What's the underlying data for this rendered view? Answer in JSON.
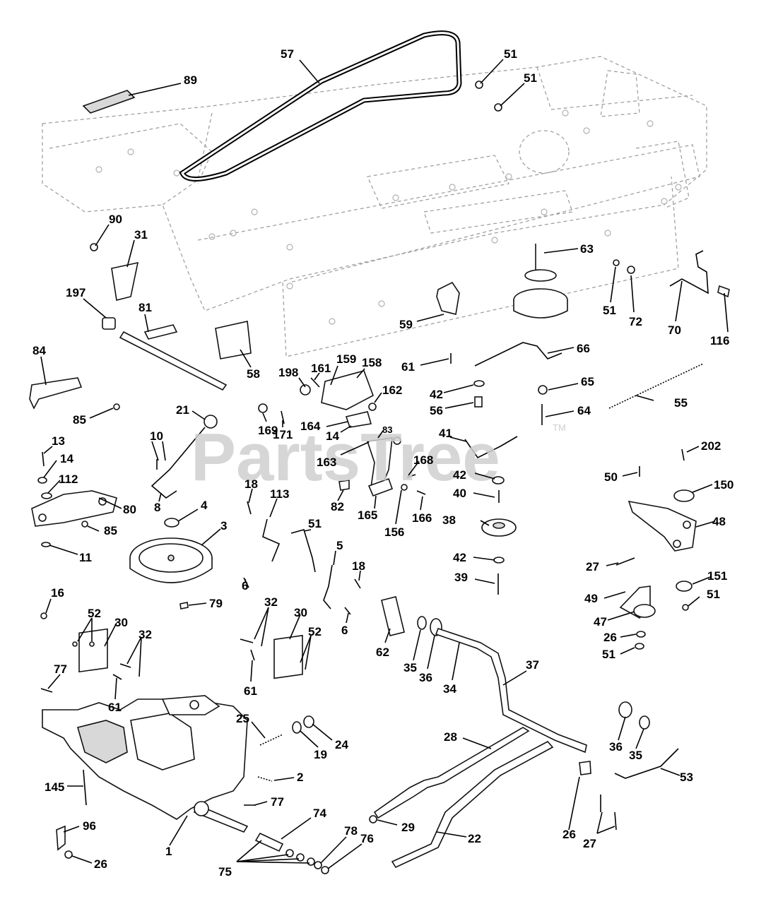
{
  "watermark": {
    "text": "PartsTree",
    "mark": "TM"
  },
  "callouts": [
    {
      "id": "c1",
      "label": "57"
    },
    {
      "id": "c2",
      "label": "51"
    },
    {
      "id": "c3",
      "label": "51"
    },
    {
      "id": "c4",
      "label": "89"
    },
    {
      "id": "c5",
      "label": "90"
    },
    {
      "id": "c6",
      "label": "31"
    },
    {
      "id": "c7",
      "label": "63"
    },
    {
      "id": "c8",
      "label": "197"
    },
    {
      "id": "c9",
      "label": "81"
    },
    {
      "id": "c10",
      "label": "51"
    },
    {
      "id": "c11",
      "label": "72"
    },
    {
      "id": "c12",
      "label": "70"
    },
    {
      "id": "c13",
      "label": "116"
    },
    {
      "id": "c14",
      "label": "59"
    },
    {
      "id": "c15",
      "label": "66"
    },
    {
      "id": "c16",
      "label": "84"
    },
    {
      "id": "c17",
      "label": "58"
    },
    {
      "id": "c18",
      "label": "198"
    },
    {
      "id": "c19",
      "label": "161"
    },
    {
      "id": "c20",
      "label": "159"
    },
    {
      "id": "c21",
      "label": "158"
    },
    {
      "id": "c22",
      "label": "61"
    },
    {
      "id": "c23",
      "label": "65"
    },
    {
      "id": "c24",
      "label": "162"
    },
    {
      "id": "c25",
      "label": "42"
    },
    {
      "id": "c26",
      "label": "55"
    },
    {
      "id": "c27",
      "label": "85"
    },
    {
      "id": "c28",
      "label": "21"
    },
    {
      "id": "c29",
      "label": "56"
    },
    {
      "id": "c30",
      "label": "64"
    },
    {
      "id": "c31",
      "label": "169"
    },
    {
      "id": "c32",
      "label": "171"
    },
    {
      "id": "c33",
      "label": "164"
    },
    {
      "id": "c34",
      "label": "83"
    },
    {
      "id": "c35",
      "label": "14"
    },
    {
      "id": "c36",
      "label": "10"
    },
    {
      "id": "c37",
      "label": "41"
    },
    {
      "id": "c38",
      "label": "13"
    },
    {
      "id": "c39",
      "label": "202"
    },
    {
      "id": "c40",
      "label": "163"
    },
    {
      "id": "c41",
      "label": "14"
    },
    {
      "id": "c42",
      "label": "168"
    },
    {
      "id": "c43",
      "label": "42"
    },
    {
      "id": "c44",
      "label": "50"
    },
    {
      "id": "c45",
      "label": "150"
    },
    {
      "id": "c46",
      "label": "112"
    },
    {
      "id": "c47",
      "label": "18"
    },
    {
      "id": "c48",
      "label": "113"
    },
    {
      "id": "c49",
      "label": "40"
    },
    {
      "id": "c50",
      "label": "80"
    },
    {
      "id": "c51",
      "label": "8"
    },
    {
      "id": "c52",
      "label": "82"
    },
    {
      "id": "c53",
      "label": "4"
    },
    {
      "id": "c54",
      "label": "165"
    },
    {
      "id": "c55",
      "label": "166"
    },
    {
      "id": "c56",
      "label": "85"
    },
    {
      "id": "c57",
      "label": "51"
    },
    {
      "id": "c58",
      "label": "48"
    },
    {
      "id": "c59",
      "label": "3"
    },
    {
      "id": "c60",
      "label": "38"
    },
    {
      "id": "c61",
      "label": "156"
    },
    {
      "id": "c62",
      "label": "11"
    },
    {
      "id": "c63",
      "label": "5"
    },
    {
      "id": "c64",
      "label": "42"
    },
    {
      "id": "c65",
      "label": "18"
    },
    {
      "id": "c66",
      "label": "27"
    },
    {
      "id": "c67",
      "label": "6"
    },
    {
      "id": "c68",
      "label": "39"
    },
    {
      "id": "c69",
      "label": "151"
    },
    {
      "id": "c70",
      "label": "16"
    },
    {
      "id": "c71",
      "label": "51"
    },
    {
      "id": "c72",
      "label": "49"
    },
    {
      "id": "c73",
      "label": "79"
    },
    {
      "id": "c74",
      "label": "32"
    },
    {
      "id": "c75",
      "label": "52"
    },
    {
      "id": "c76",
      "label": "30"
    },
    {
      "id": "c77",
      "label": "30"
    },
    {
      "id": "c78",
      "label": "6"
    },
    {
      "id": "c79",
      "label": "47"
    },
    {
      "id": "c80",
      "label": "32"
    },
    {
      "id": "c81",
      "label": "26"
    },
    {
      "id": "c82",
      "label": "52"
    },
    {
      "id": "c83",
      "label": "37"
    },
    {
      "id": "c84",
      "label": "51"
    },
    {
      "id": "c85",
      "label": "62"
    },
    {
      "id": "c86",
      "label": "35"
    },
    {
      "id": "c87",
      "label": "36"
    },
    {
      "id": "c88",
      "label": "34"
    },
    {
      "id": "c89",
      "label": "77"
    },
    {
      "id": "c90",
      "label": "61"
    },
    {
      "id": "c91",
      "label": "61"
    },
    {
      "id": "c92",
      "label": "25"
    },
    {
      "id": "c93",
      "label": "28"
    },
    {
      "id": "c94",
      "label": "24"
    },
    {
      "id": "c95",
      "label": "19"
    },
    {
      "id": "c96",
      "label": "36"
    },
    {
      "id": "c97",
      "label": "35"
    },
    {
      "id": "c98",
      "label": "2"
    },
    {
      "id": "c99",
      "label": "53"
    },
    {
      "id": "c100",
      "label": "145"
    },
    {
      "id": "c101",
      "label": "77"
    },
    {
      "id": "c102",
      "label": "96"
    },
    {
      "id": "c103",
      "label": "74"
    },
    {
      "id": "c104",
      "label": "29"
    },
    {
      "id": "c105",
      "label": "22"
    },
    {
      "id": "c106",
      "label": "26"
    },
    {
      "id": "c107",
      "label": "1"
    },
    {
      "id": "c108",
      "label": "78"
    },
    {
      "id": "c109",
      "label": "76"
    },
    {
      "id": "c110",
      "label": "27"
    },
    {
      "id": "c111",
      "label": "26"
    },
    {
      "id": "c112",
      "label": "75"
    }
  ]
}
